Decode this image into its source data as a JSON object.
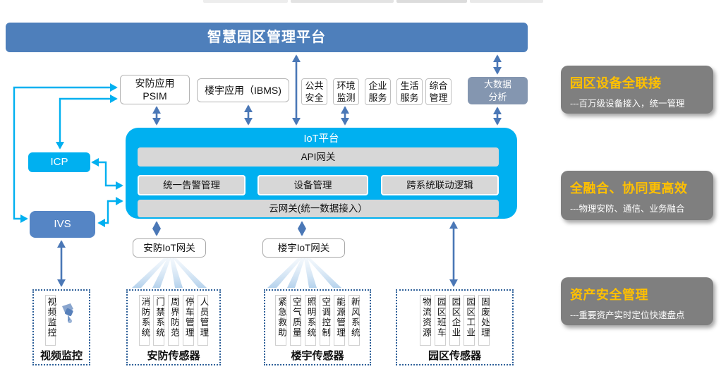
{
  "banner": {
    "title": "智慧园区管理平台"
  },
  "apps": {
    "psim_line1": "安防应用",
    "psim_line2": "PSIM",
    "ibms": "楼宇应用（IBMS)",
    "services": [
      "公共安全",
      "环境监测",
      "企业服务",
      "生活服务",
      "综合管理"
    ],
    "bigdata_line1": "大数据",
    "bigdata_line2": "分析"
  },
  "left_nodes": {
    "icp": "ICP",
    "ivs": "IVS"
  },
  "iot": {
    "title": "IoT平台",
    "api_gateway": "API网关",
    "modules": [
      "统一告警管理",
      "设备管理",
      "跨系统联动逻辑"
    ],
    "cloud_gateway": "云网关(统一数据接入）"
  },
  "gateways": {
    "security": "安防IoT网关",
    "building": "楼宇IoT网关"
  },
  "sensors": {
    "video": {
      "item": "视频监控",
      "label": "视频监控"
    },
    "security": {
      "items": [
        "消防系统",
        "门禁系统",
        "周界防范",
        "停车管理",
        "人员管理"
      ],
      "label": "安防传感器"
    },
    "building": {
      "items": [
        "紧急救助",
        "空气质量",
        "照明系统",
        "空调控制",
        "能源管理",
        "新风系统"
      ],
      "label": "楼宇传感器"
    },
    "park": {
      "items": [
        "物流资源",
        "园区班车",
        "园区企业",
        "园区工业",
        "固废处理"
      ],
      "label": "园区传感器"
    }
  },
  "callouts": [
    {
      "title": "园区设备全联接",
      "subtitle": "---百万级设备接入，统一管理"
    },
    {
      "title": "全融合、协同更高效",
      "subtitle": "---物理安防、通信、业务融合"
    },
    {
      "title": "资产安全管理",
      "subtitle": "---重要资产实时定位快速盘点"
    }
  ],
  "colors": {
    "banner_blue": "#4E7FBB",
    "cyan": "#00B0F0",
    "ivs_blue": "#5585C5",
    "bigdata_gray": "#8496B0",
    "module_gray": "#D7D7D7",
    "callout_gray": "#7F7F7F",
    "callout_title_orange": "#FFC000",
    "arrow_blue": "#4A77B6",
    "connector_cyan": "#00B0F0",
    "dashed_border_blue": "#2E6099"
  },
  "icons": {
    "camera": "ptz-camera-icon"
  }
}
